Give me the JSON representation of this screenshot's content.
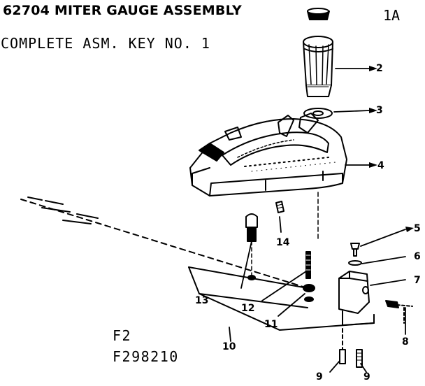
{
  "title": "62704 MITER GAUGE ASSEMBLY",
  "subtitle": "COMPLETE ASM. KEY NO. 1",
  "figure_codes": [
    "F2",
    "F298210"
  ],
  "part_labels": [
    "1A",
    "2",
    "3",
    "4",
    "5",
    "6",
    "7",
    "8",
    "9",
    "9",
    "10",
    "11",
    "12",
    "13",
    "14"
  ]
}
